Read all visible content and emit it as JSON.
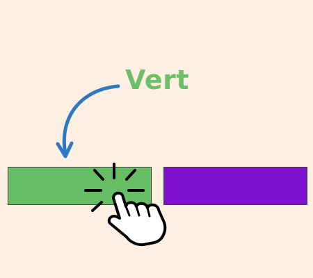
{
  "word": {
    "text": "Vert",
    "color": "#6cc068"
  },
  "choices": [
    {
      "id": "left",
      "color": "#68be64",
      "state": "selected"
    },
    {
      "id": "right",
      "color": "#7e10d0",
      "state": "unselected"
    }
  ],
  "arrow": {
    "color": "#2f78c2",
    "icon": "curved-arrow-down-icon"
  },
  "pointer": {
    "icon": "hand-pointer-click-icon",
    "target": "left"
  },
  "background": "#fdefe2"
}
